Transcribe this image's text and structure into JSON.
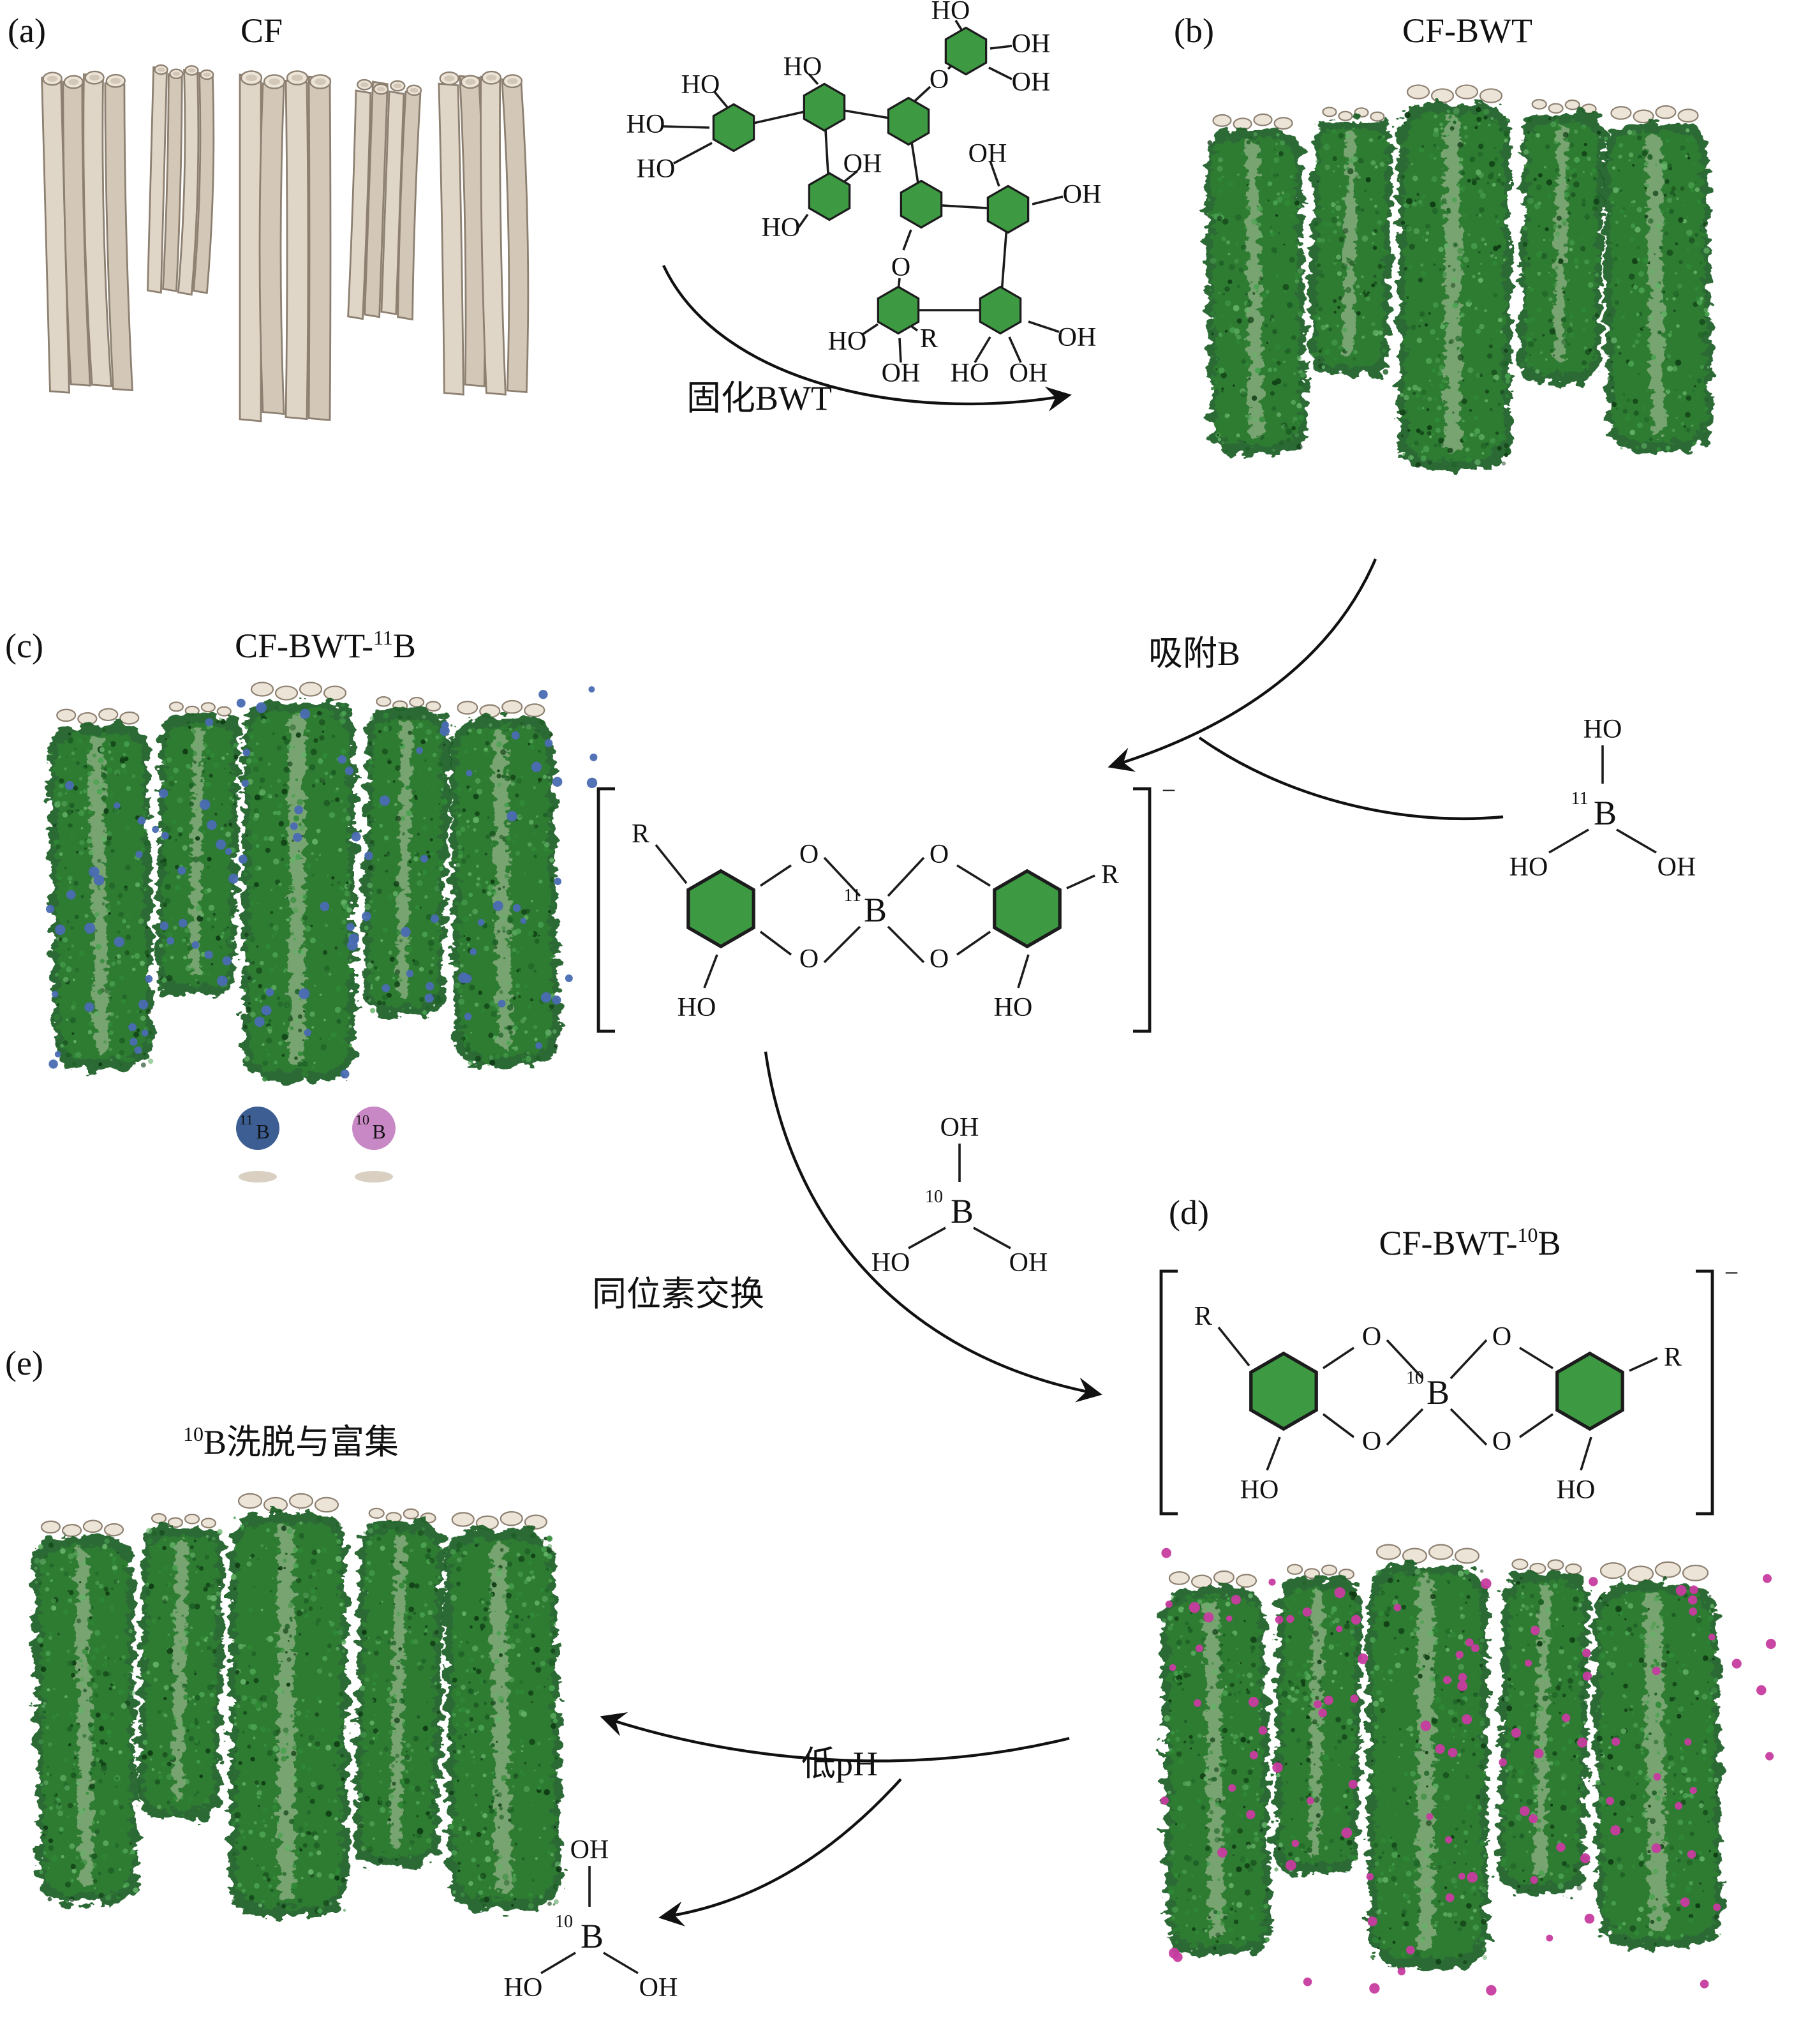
{
  "panels": {
    "a": {
      "label": "(a)",
      "title": "CF"
    },
    "b": {
      "label": "(b)",
      "title": "CF-BWT"
    },
    "c": {
      "label": "(c)",
      "title_prefix": "CF-BWT-",
      "title_isotope": "11",
      "title_element": "B"
    },
    "d": {
      "label": "(d)",
      "title_prefix": "CF-BWT-",
      "title_isotope": "10",
      "title_element": "B"
    },
    "e": {
      "label": "(e)",
      "title_isotope": "10",
      "title_element": "B",
      "title_suffix": "洗脱与富集"
    }
  },
  "arrow_labels": {
    "immobilize_bwt": "固化BWT",
    "adsorb_b": "吸附B",
    "isotope_exchange": "同位素交换",
    "low_ph": "低pH"
  },
  "legend": {
    "b11": {
      "isotope": "11",
      "element": "B"
    },
    "b10": {
      "isotope": "10",
      "element": "B"
    }
  },
  "chem": {
    "HO": "HO",
    "OH": "OH",
    "O": "O",
    "R": "R",
    "B": "B",
    "iso11": "11",
    "iso10": "10",
    "charge": "−"
  },
  "colors": {
    "b11_text": "#3d3c8e",
    "b10_text": "#9c2f4f",
    "b11_dot": "#4a6cb3",
    "b10_dot": "#c73ca0",
    "b11_legend": "#3c5e93",
    "b10_legend": "#c887c5",
    "ring_green": "#3d9a43",
    "moss_green": "#2e7d32",
    "moss_dark": "#1d5f25",
    "fiber_beige": "#e0d6c8",
    "fiber_beige_dark": "#d3c7b7",
    "fiber_cap": "#ece4d7",
    "fiber_outline": "#8d8071"
  }
}
